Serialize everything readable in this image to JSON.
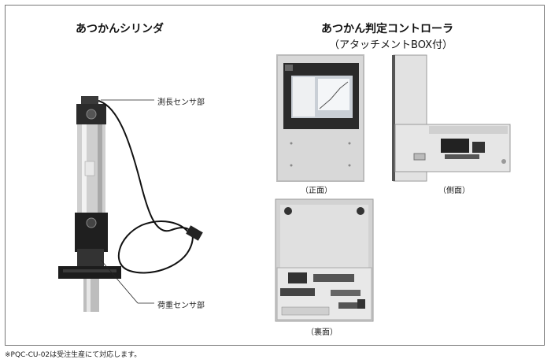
{
  "left_title": "あつかんシリンダ",
  "right_title": "あつかん判定コントローラ",
  "right_subtitle": "（アタッチメントBOX付）",
  "labels": {
    "stroke_sensor": "測長センサ部",
    "load_sensor": "荷重センサ部"
  },
  "captions": {
    "front": "（正面）",
    "side": "（側面）",
    "back": "（裏面）"
  },
  "footnote": "※PQC-CU-02は受注生産にて対応します。"
}
